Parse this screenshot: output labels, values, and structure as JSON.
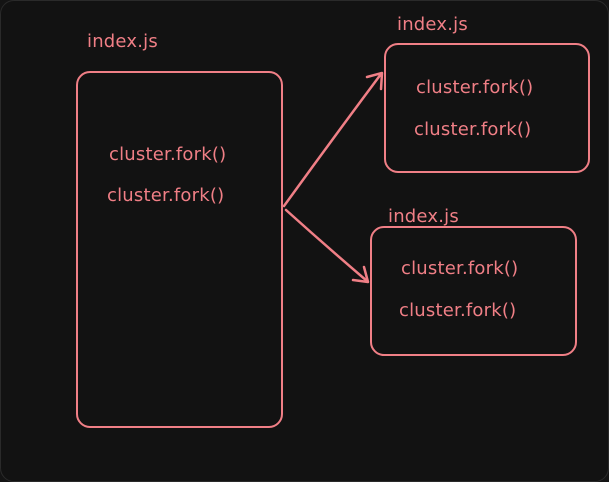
{
  "main_file": {
    "title": "index.js",
    "lines": [
      "cluster.fork()",
      "cluster.fork()"
    ]
  },
  "children": [
    {
      "title": "index.js",
      "lines": [
        "cluster.fork()",
        "cluster.fork()"
      ]
    },
    {
      "title": "index.js",
      "lines": [
        "cluster.fork()",
        "cluster.fork()"
      ]
    }
  ],
  "colors": {
    "background": "#121212",
    "stroke": "#f07f86"
  }
}
